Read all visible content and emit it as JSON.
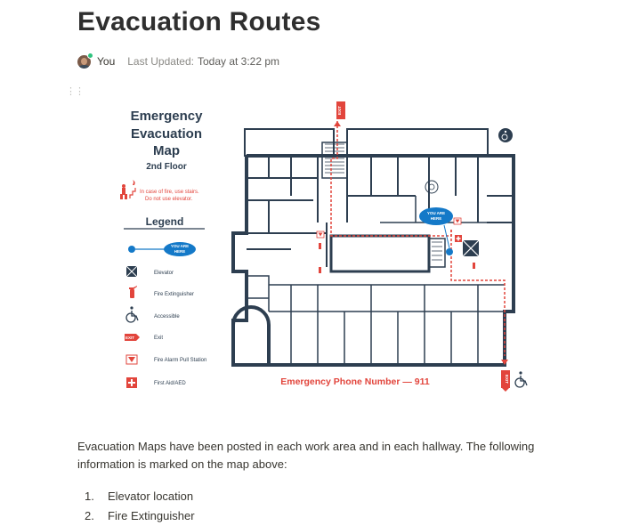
{
  "page": {
    "title": "Evacuation Routes",
    "author": "You",
    "updated_label": "Last Updated:",
    "updated_value": "Today at 3:22 pm"
  },
  "map": {
    "heading_line1": "Emergency",
    "heading_line2": "Evacuation",
    "heading_line3": "Map",
    "floor": "2nd Floor",
    "fire_note_line1": "In case of fire, use stairs.",
    "fire_note_line2": "Do not use elevator.",
    "legend_title": "Legend",
    "you_are_here_line1": "YOU ARE",
    "you_are_here_line2": "HERE",
    "legend": [
      {
        "icon": "elevator-icon",
        "label": "Elevator"
      },
      {
        "icon": "fire-extinguisher-icon",
        "label": "Fire Extinguisher"
      },
      {
        "icon": "accessible-icon",
        "label": "Accessible"
      },
      {
        "icon": "exit-icon",
        "label": "Exit",
        "badge": "EXIT"
      },
      {
        "icon": "fire-alarm-icon",
        "label": "Fire Alarm Pull Station"
      },
      {
        "icon": "first-aid-icon",
        "label": "First Aid/AED"
      }
    ],
    "exit_sign": "EXIT",
    "phone": "Emergency Phone Number — 911",
    "colors": {
      "red": "#e2453c",
      "blue": "#1479c8",
      "navy": "#2d3e50"
    }
  },
  "body": {
    "paragraph": "Evacuation Maps have been posted in each work area and in each hallway. The following information is marked on the map above:",
    "list": [
      {
        "num": "1.",
        "text": "Elevator location"
      },
      {
        "num": "2.",
        "text": "Fire Extinguisher"
      }
    ]
  }
}
